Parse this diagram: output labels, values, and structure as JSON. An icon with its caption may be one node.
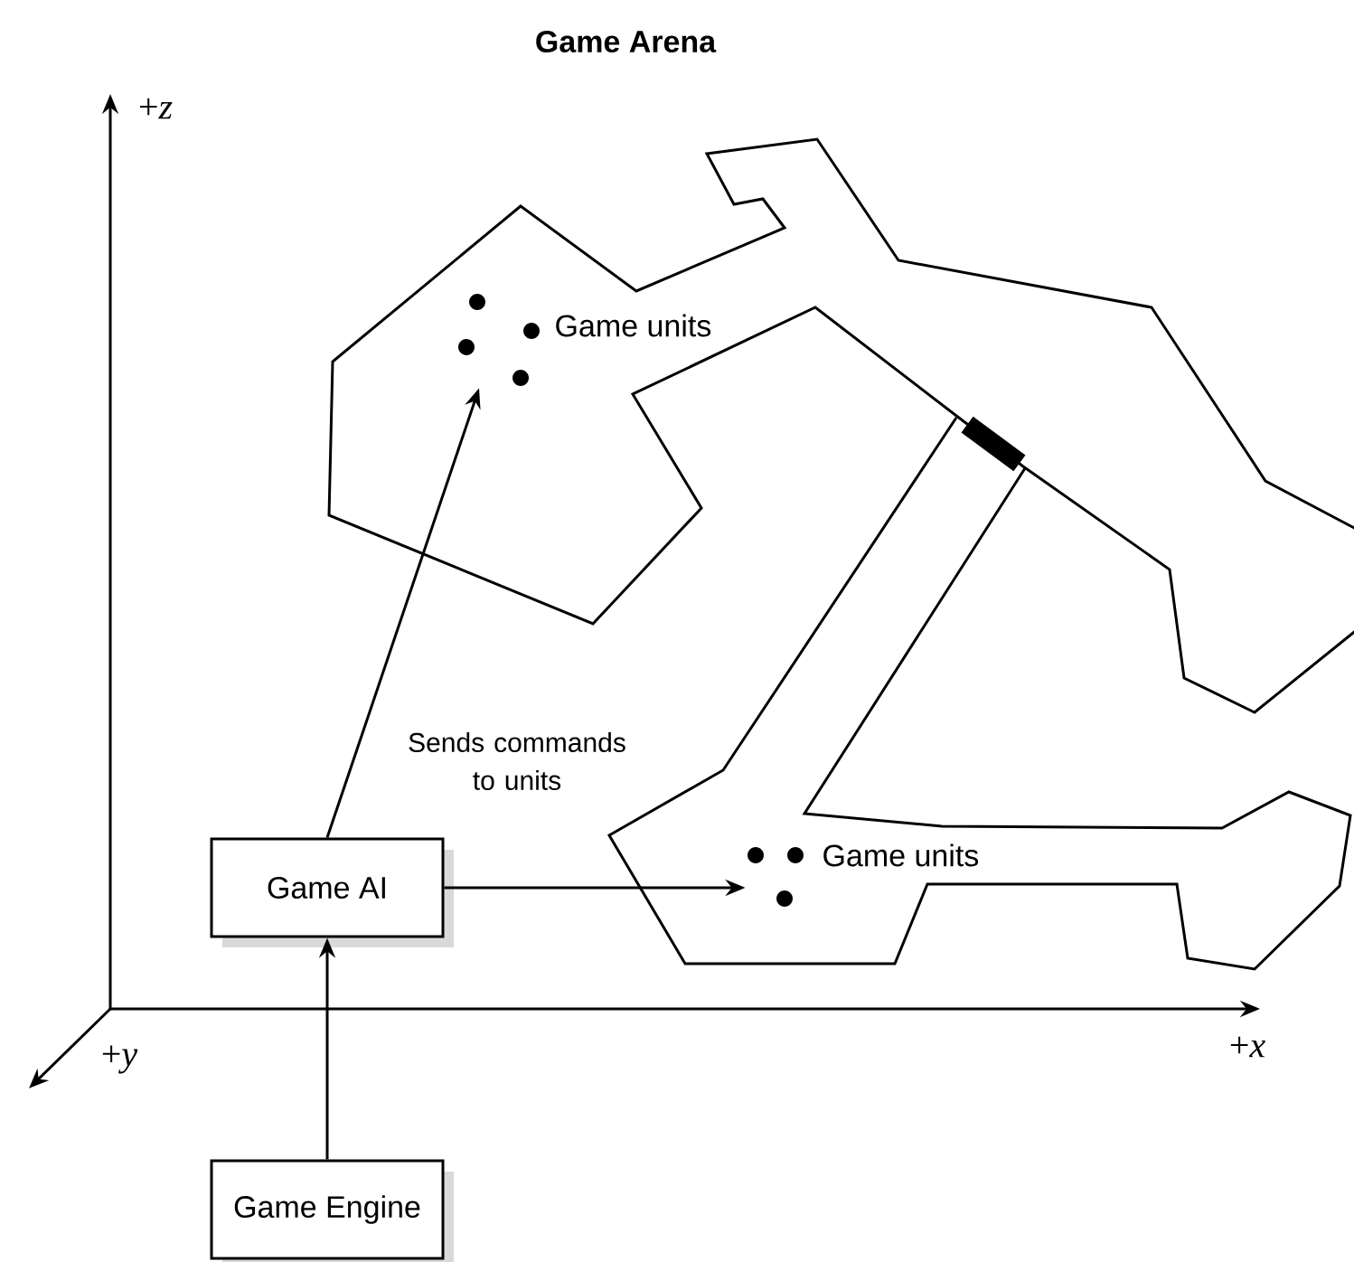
{
  "diagram": {
    "title": "Game Arena",
    "nodes": [
      {
        "text": [
          "Game AI"
        ]
      },
      {
        "text": [
          "Game Engine"
        ]
      },
      {
        "text": [],
        "shape": "picture",
        "beside": [
          "Game units"
        ]
      },
      {
        "text": [],
        "shape": "picture",
        "beside": [
          "Game units"
        ]
      }
    ],
    "edges": [
      {
        "from": 1,
        "to": 0,
        "arrow": "to"
      },
      {
        "from": 0,
        "to": 2,
        "arrow": "to",
        "label": "Sends commands to units"
      },
      {
        "from": 0,
        "to": 3,
        "arrow": "to"
      }
    ],
    "labels": [
      "+*z*",
      "+*y*",
      "+*x*"
    ]
  }
}
